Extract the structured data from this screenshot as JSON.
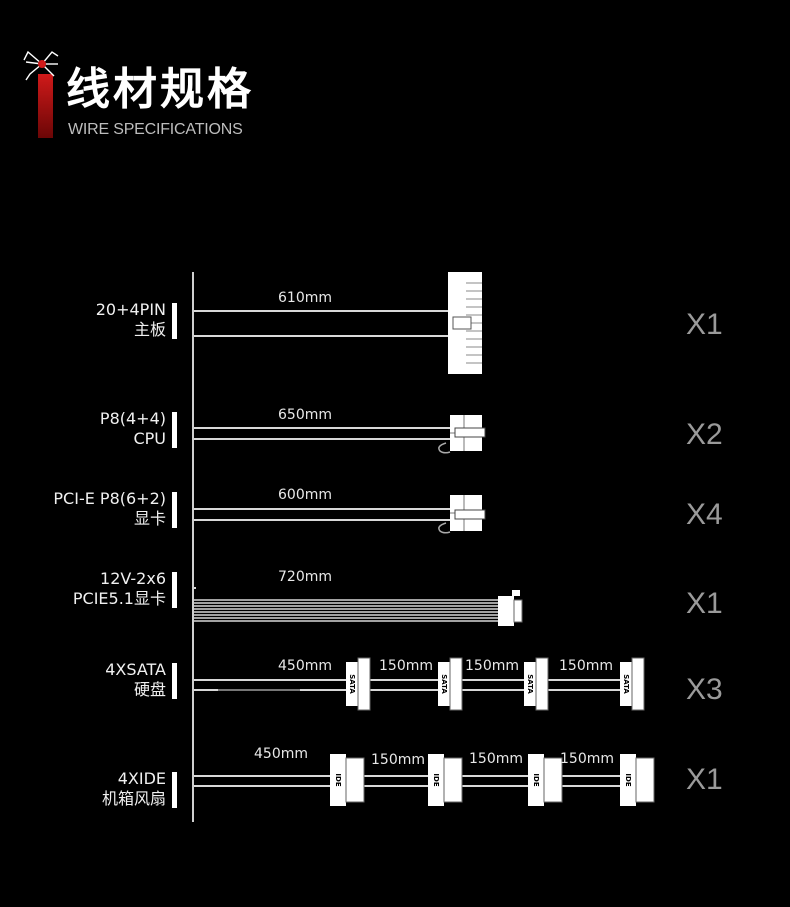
{
  "header": {
    "title": "线材规格",
    "subtitle": "WIRE SPECIFICATIONS"
  },
  "cables": [
    {
      "name_line1": "20+4PIN",
      "name_line2": "主板",
      "lengths": [
        "610mm"
      ],
      "quantity": "X1"
    },
    {
      "name_line1": "P8(4+4)",
      "name_line2": "CPU",
      "lengths": [
        "650mm"
      ],
      "quantity": "X2"
    },
    {
      "name_line1": "PCI-E P8(6+2)",
      "name_line2": "显卡",
      "lengths": [
        "600mm"
      ],
      "quantity": "X4"
    },
    {
      "name_line1": "12V-2x6",
      "name_line2": "PCIE5.1显卡",
      "lengths": [
        "720mm"
      ],
      "quantity": "X1"
    },
    {
      "name_line1": "4XSATA",
      "name_line2": "硬盘",
      "lengths": [
        "450mm",
        "150mm",
        "150mm",
        "150mm"
      ],
      "quantity": "X3",
      "connector_text": "SATA"
    },
    {
      "name_line1": "4XIDE",
      "name_line2": "机箱风扇",
      "lengths": [
        "450mm",
        "150mm",
        "150mm",
        "150mm"
      ],
      "quantity": "X1",
      "connector_text": "IDE"
    }
  ],
  "colors": {
    "accent_red": "#d01a1a",
    "wire": "#d8d8d8",
    "quantity": "#9a9a9a",
    "background": "#000000"
  }
}
